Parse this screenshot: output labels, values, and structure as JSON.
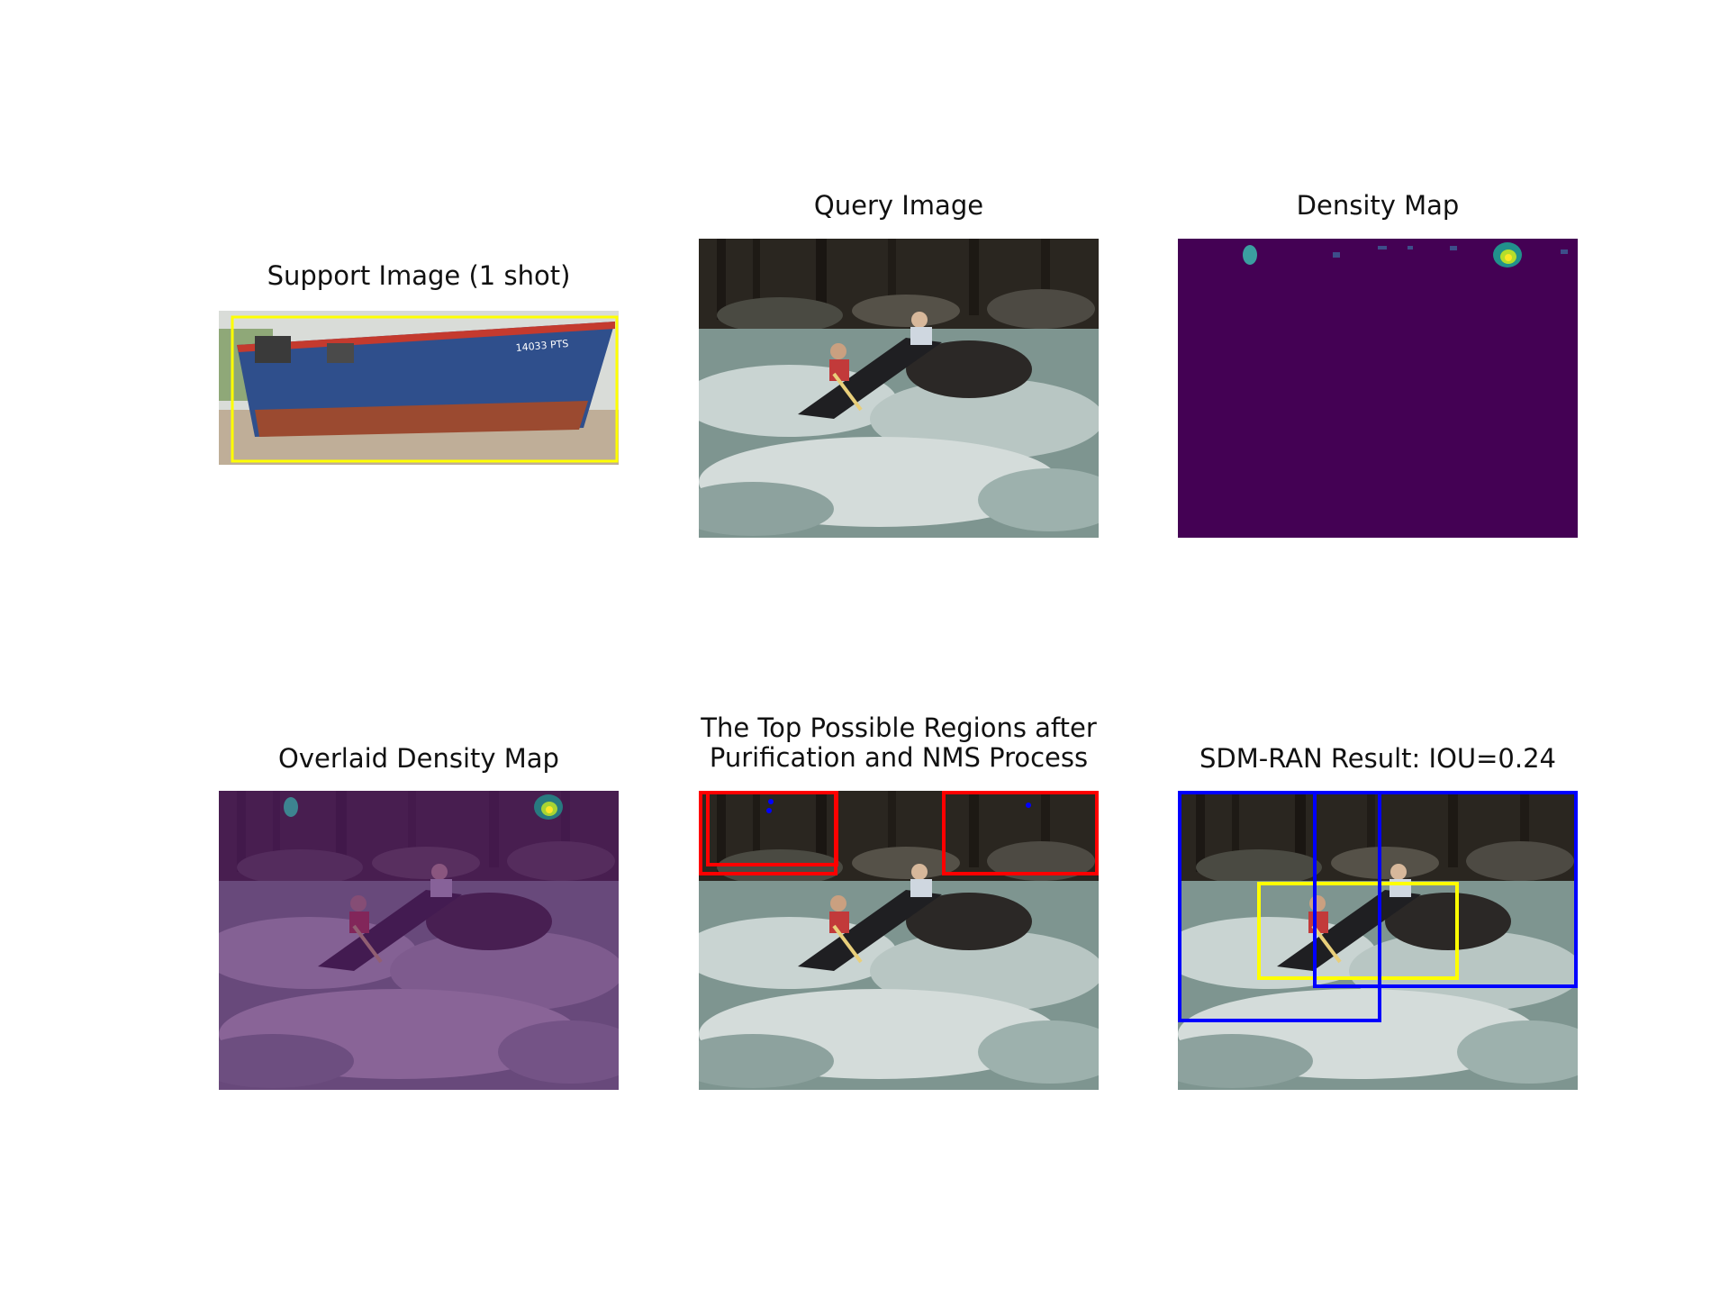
{
  "panels": [
    {
      "title": "Support Image (1 shot)"
    },
    {
      "title": "Query Image"
    },
    {
      "title": "Density Map"
    },
    {
      "title": "Overlaid Density Map"
    },
    {
      "title": "The Top Possible Regions after\nPurification and NMS Process"
    },
    {
      "title": "SDM-RAN Result: IOU=0.24"
    }
  ],
  "support_boat": {
    "hull_text": "14033 PTS"
  },
  "colors": {
    "support_box": "#ffff00",
    "region_box": "#ff0000",
    "ground_truth_box": "#ffff00",
    "prediction_box": "#0000ff",
    "density_background": "#440154"
  }
}
